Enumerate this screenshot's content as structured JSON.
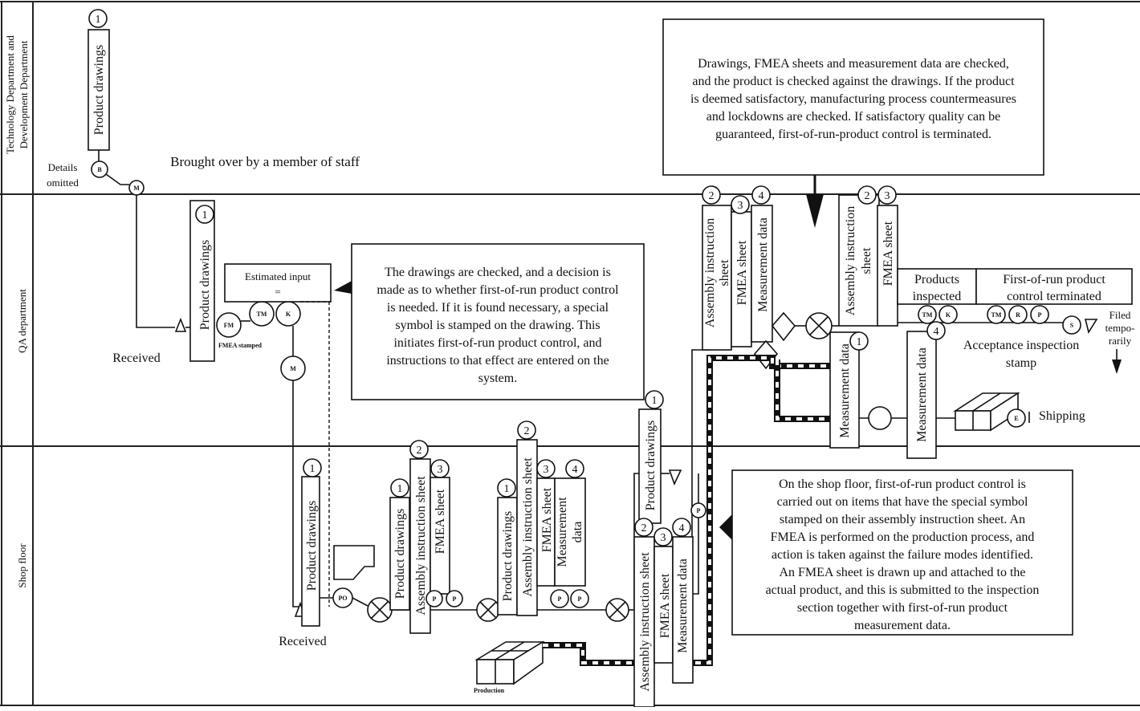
{
  "lanes": {
    "tech": "Technology Department and Development Department",
    "qa": "QA department",
    "shop": "Shop floor"
  },
  "labels": {
    "details_1": "Details",
    "details_2": "omitted",
    "brought": "Brought over by a member of staff",
    "received_qa": "Received",
    "received_shop": "Received",
    "estimated": "Estimated input",
    "equals": "=",
    "fmea_stamped": "FMEA stamped",
    "production": "Production",
    "products_inspected_1": "Products",
    "products_inspected_2": "inspected",
    "terminated_1": "First-of-run product",
    "terminated_2": "control terminated",
    "filed_1": "Filed",
    "filed_2": "tempo-",
    "filed_3": "rarily",
    "acceptance_1": "Acceptance inspection",
    "acceptance_2": "stamp",
    "shipping": "Shipping"
  },
  "docs": {
    "product_drawings": "Product drawings",
    "assembly_sheet": "Assembly instruction sheet",
    "assembly_1": "Assembly instruction",
    "assembly_2": "sheet",
    "fmea_sheet": "FMEA sheet",
    "measurement_data": "Measurement data",
    "measurement_1": "Measurement",
    "measurement_2": "data"
  },
  "numbers": {
    "one": "1",
    "two": "2",
    "three": "3",
    "four": "4"
  },
  "symbols": {
    "B": "B",
    "M": "M",
    "FM": "FM",
    "TM": "TM",
    "K": "K",
    "PO": "PO",
    "P": "P",
    "R": "R",
    "S": "S",
    "E": "E"
  },
  "notes": {
    "top": [
      "Drawings, FMEA sheets and measurement data are checked,",
      "and the product is checked against the drawings.  If the product",
      "is deemed satisfactory, manufacturing process countermeasures",
      "and lockdowns are checked.  If satisfactory quality can be",
      "guaranteed, first-of-run-product control is terminated."
    ],
    "middle": [
      "The drawings are checked, and a decision is",
      "made as to whether first-of-run product control",
      "is needed.  If it is found necessary, a special",
      "symbol is stamped on the drawing.  This",
      "initiates first-of-run product control, and",
      "instructions to that effect are entered on the",
      "system."
    ],
    "shop": [
      "On the shop floor, first-of-run product control is",
      "carried out on items that have the special symbol",
      "stamped on their assembly instruction sheet.  An",
      "FMEA is performed on the production process, and",
      "action is taken against the failure modes identified.",
      "An FMEA sheet is drawn up and attached to the",
      "actual product, and this is submitted to the inspection",
      "section together with first-of-run product",
      "measurement data."
    ]
  }
}
